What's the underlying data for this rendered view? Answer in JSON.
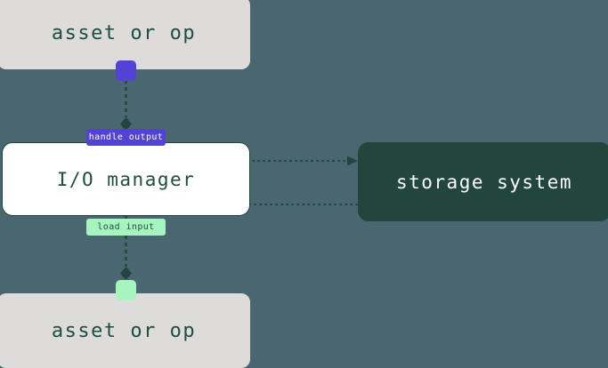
{
  "diagram": {
    "type": "flow-diagram",
    "background_color": "#4a6670",
    "title_text": null,
    "nodes": [
      {
        "id": "asset-top",
        "label": "asset or op",
        "fill": "#dedcda",
        "text_color": "#1f4d40"
      },
      {
        "id": "io-manager",
        "label": "I/O manager",
        "fill": "#ffffff",
        "text_color": "#1f4d40",
        "border_color": "#22453c"
      },
      {
        "id": "storage-system",
        "label": "storage system",
        "fill": "#22453c",
        "text_color": "#ffffff"
      },
      {
        "id": "asset-bottom",
        "label": "asset or op",
        "fill": "#dedcda",
        "text_color": "#1f4d40"
      }
    ],
    "ports": [
      {
        "id": "port-handle-output",
        "name": "handle-output-port",
        "color": "#5243d4"
      },
      {
        "id": "port-load-input",
        "name": "load-input-port",
        "color": "#a6f5bf"
      }
    ],
    "edges": [
      {
        "id": "edge-handle-output",
        "label": "handle output",
        "from": "asset-top",
        "to": "io-manager",
        "label_fill": "#5243d4",
        "label_text_color": "#ffffff",
        "style": "dotted"
      },
      {
        "id": "edge-write",
        "label": "",
        "from": "io-manager",
        "to": "storage-system",
        "style": "dotted",
        "arrow": true
      },
      {
        "id": "edge-read",
        "label": "",
        "from": "storage-system",
        "to": "io-manager",
        "style": "dotted",
        "arrow": true
      },
      {
        "id": "edge-load-input",
        "label": "load input",
        "from": "io-manager",
        "to": "asset-bottom",
        "label_fill": "#a6f5bf",
        "label_text_color": "#1f4d40",
        "style": "dotted"
      }
    ],
    "edge_color": "#22453c"
  }
}
